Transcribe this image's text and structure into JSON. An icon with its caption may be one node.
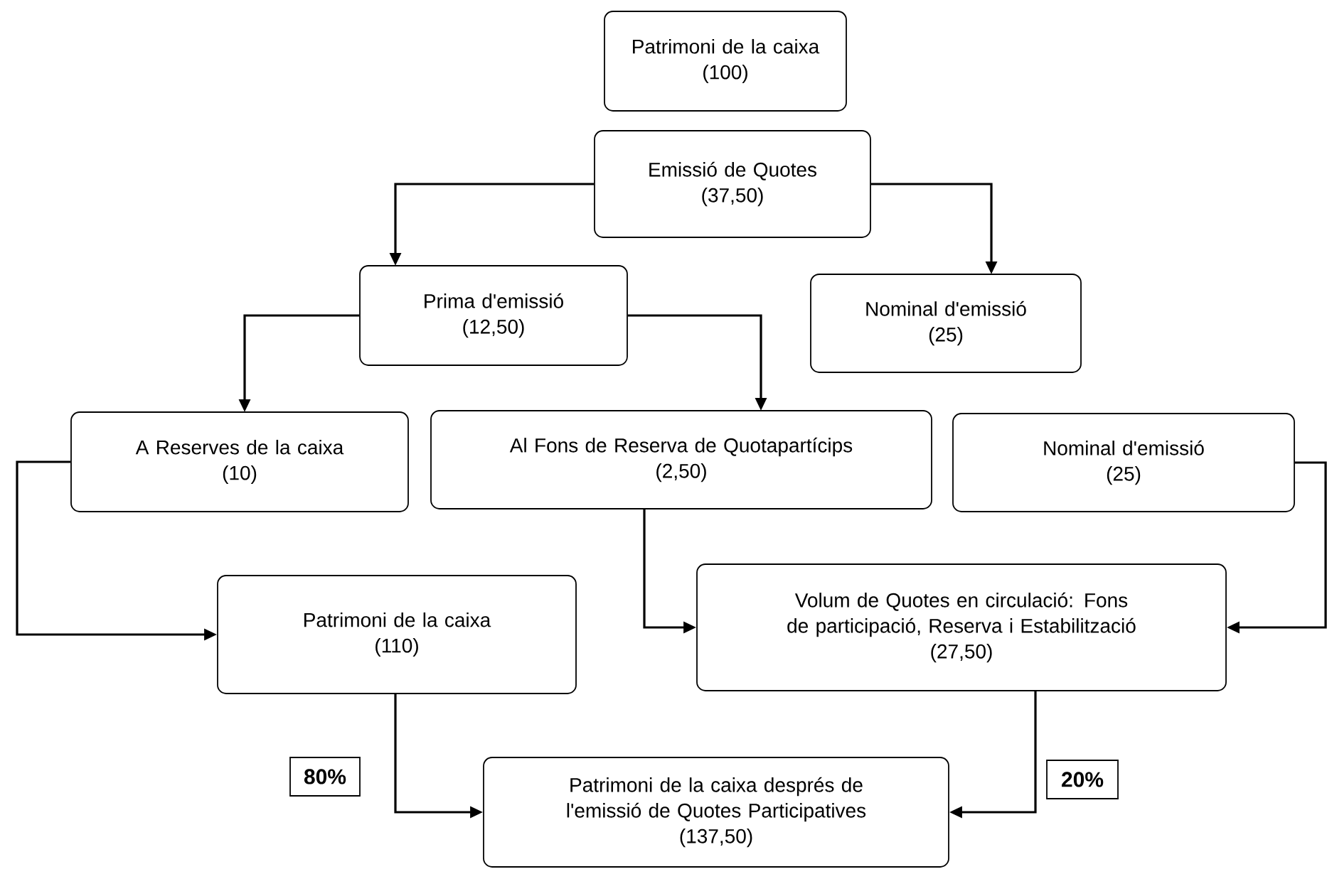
{
  "diagram": {
    "nodes": [
      {
        "text": [
          "Patrimoni de la caixa",
          "(100)"
        ]
      },
      {
        "text": [
          "Emissió de Quotes",
          "(37,50)"
        ]
      },
      {
        "text": [
          "Prima d'emissió",
          "(12,50)"
        ]
      },
      {
        "text": [
          "Nominal d'emissió",
          "(25)"
        ]
      },
      {
        "text": [
          "A Reserves de la caixa",
          "(10)"
        ]
      },
      {
        "text": [
          "Al Fons de Reserva de Quotapartícips",
          "(2,50)"
        ]
      },
      {
        "text": [
          "Nominal d'emissió",
          "(25)"
        ]
      },
      {
        "text": [
          "Patrimoni de la caixa",
          "(110)"
        ]
      },
      {
        "text": [
          "Volum de Quotes en circulació: Fons de participació, Reserva i Estabilització",
          "(27,50)"
        ]
      },
      {
        "text": [
          "80%"
        ]
      },
      {
        "text": [
          "Patrimoni de la caixa després de l'emissió de Quotes Participatives",
          "(137,50)"
        ]
      },
      {
        "text": [
          "20%"
        ]
      }
    ],
    "edges": [
      {
        "from": 1,
        "to": 2,
        "arrow": "to"
      },
      {
        "from": 1,
        "to": 3,
        "arrow": "to"
      },
      {
        "from": 2,
        "to": 4,
        "arrow": "to"
      },
      {
        "from": 2,
        "to": 5,
        "arrow": "to"
      },
      {
        "from": 4,
        "to": 7,
        "arrow": "to"
      },
      {
        "from": 5,
        "to": 8,
        "arrow": "to"
      },
      {
        "from": 6,
        "to": 8,
        "arrow": "to"
      },
      {
        "from": 7,
        "to": 10,
        "arrow": "to"
      },
      {
        "from": 8,
        "to": 10,
        "arrow": "to"
      }
    ]
  }
}
